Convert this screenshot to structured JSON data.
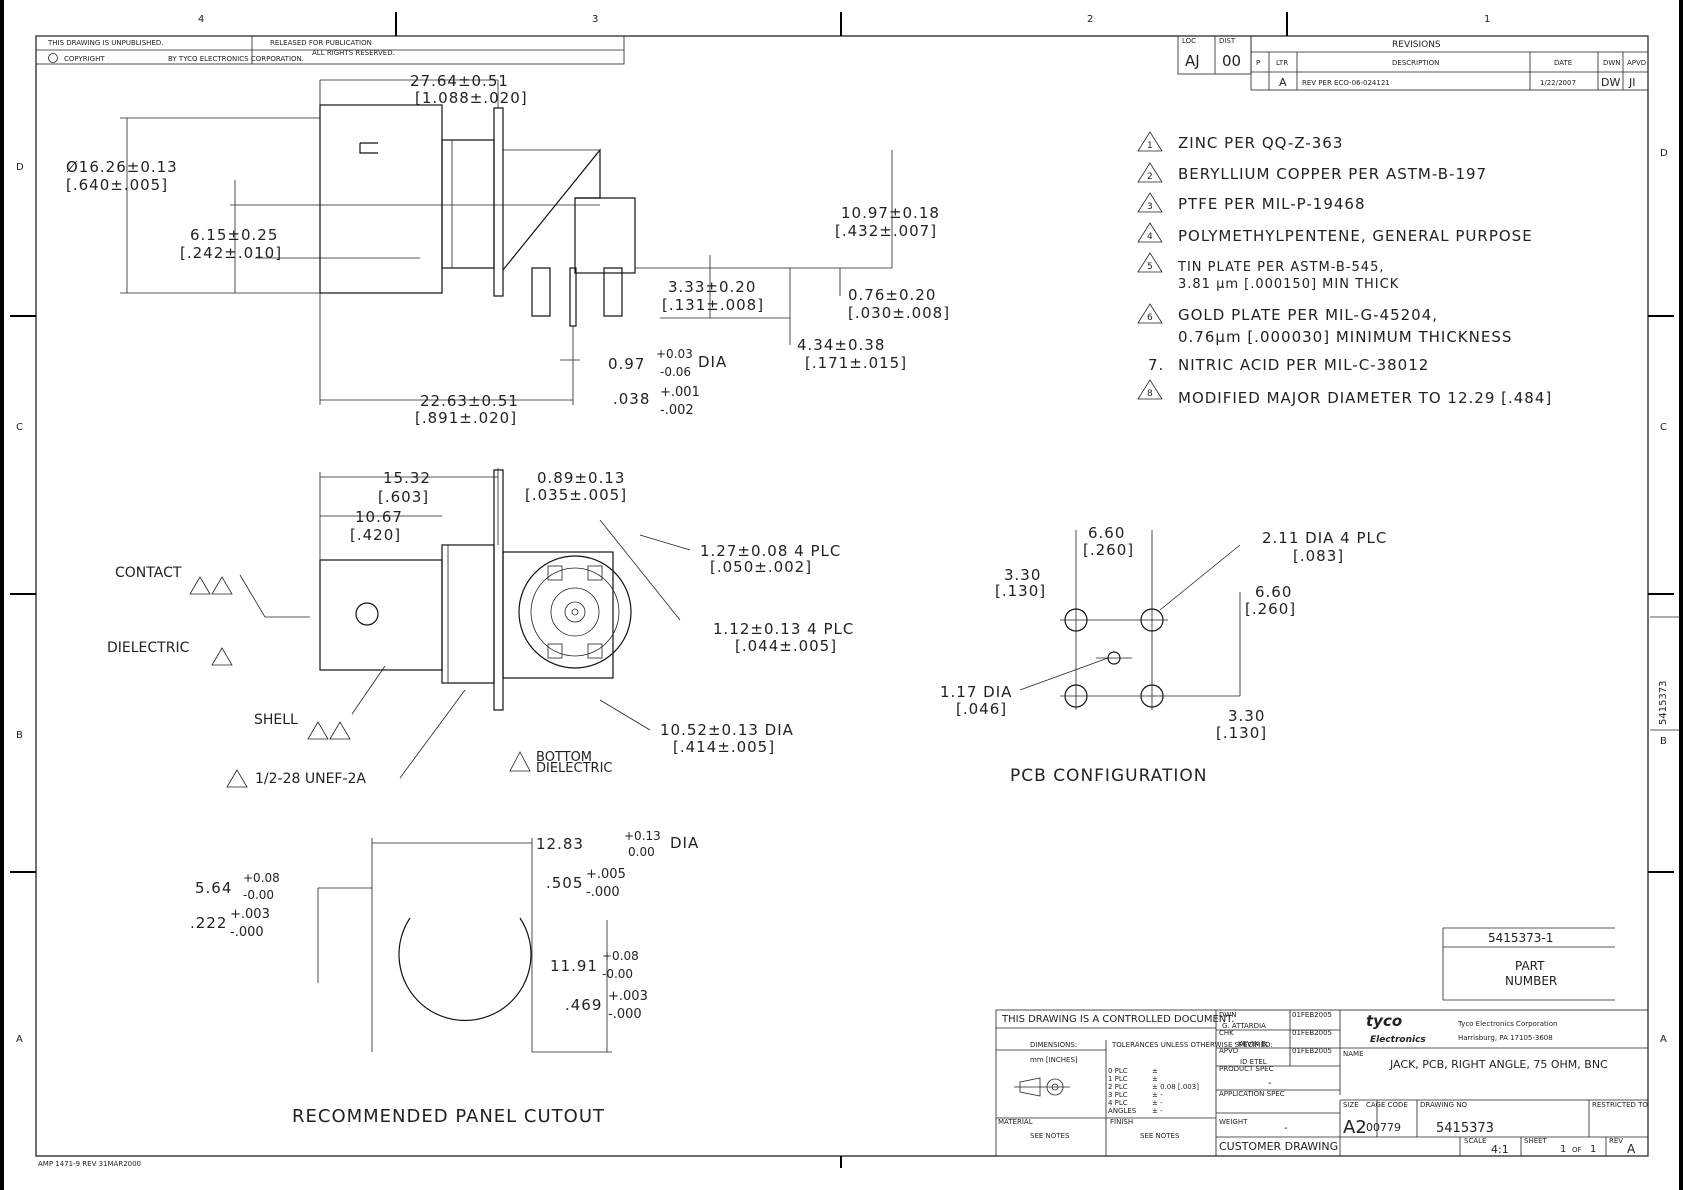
{
  "border": {
    "zones_top": [
      "4",
      "3",
      "2",
      "1"
    ],
    "zones_side": [
      "D",
      "C",
      "B",
      "A"
    ]
  },
  "header": {
    "unpublished": "THIS DRAWING IS UNPUBLISHED.",
    "released": "RELEASED FOR PUBLICATION",
    "copyright": "COPYRIGHT",
    "copyright_by": "BY TYCO ELECTRONICS CORPORATION.",
    "rights": "ALL RIGHTS RESERVED."
  },
  "revisions": {
    "title": "REVISIONS",
    "loc_label": "LOC",
    "loc": "AJ",
    "dist_label": "DIST",
    "dist": "00",
    "headers": [
      "P",
      "LTR",
      "DESCRIPTION",
      "DATE",
      "DWN",
      "APVD"
    ],
    "row": {
      "ltr": "A",
      "description": "REV PER ECO-06-024121",
      "date": "1/22/2007",
      "dwn": "DW",
      "apvd": "JI"
    }
  },
  "notes": [
    {
      "num": "1",
      "text": "ZINC PER QQ-Z-363"
    },
    {
      "num": "2",
      "text": "BERYLLIUM COPPER PER ASTM-B-197"
    },
    {
      "num": "3",
      "text": "PTFE PER MIL-P-19468"
    },
    {
      "num": "4",
      "text": "POLYMETHYLPENTENE, GENERAL PURPOSE"
    },
    {
      "num": "5",
      "text": "TIN PLATE PER ASTM-B-545,",
      "text2": "3.81 μm [.000150] MIN THICK"
    },
    {
      "num": "6",
      "text": "GOLD PLATE PER MIL-G-45204,",
      "text2": "0.76μm [.000030] MINIMUM THICKNESS"
    },
    {
      "num": "7.",
      "text": "NITRIC ACID PER MIL-C-38012"
    },
    {
      "num": "8",
      "text": "MODIFIED MAJOR DIAMETER TO 12.29 [.484]"
    }
  ],
  "dims": {
    "d1": "27.64±0.51",
    "d1i": "[1.088±.020]",
    "d2": "Ø16.26±0.13",
    "d2i": "[.640±.005]",
    "d3": "6.15±0.25",
    "d3i": "[.242±.010]",
    "d4": "10.97±0.18",
    "d4i": "[.432±.007]",
    "d5": "3.33±0.20",
    "d5i": "[.131±.008]",
    "d6": "0.76±0.20",
    "d6i": "[.030±.008]",
    "d7": "4.34±0.38",
    "d7i": "[.171±.015]",
    "d8a": "0.97",
    "d8b": "+0.03",
    "d8c": "-0.06",
    "d8d": "DIA",
    "d8e": ".038",
    "d8f": "+.001",
    "d8g": "-.002",
    "d9": "22.63±0.51",
    "d9i": "[.891±.020]",
    "d10": "15.32",
    "d10i": "[.603]",
    "d11": "10.67",
    "d11i": "[.420]",
    "d12": "0.89±0.13",
    "d12i": "[.035±.005]",
    "d13": "1.27±0.08 4 PLC",
    "d13i": "[.050±.002]",
    "d14": "1.12±0.13 4 PLC",
    "d14i": "[.044±.005]",
    "d15": "10.52±0.13 DIA",
    "d15i": "[.414±.005]",
    "contact": "CONTACT",
    "dielectric": "DIELECTRIC",
    "shell": "SHELL",
    "thread": "1/2-28 UNEF-2A",
    "bottom": "BOTTOM",
    "bottom2": "DIELECTRIC",
    "p1": "6.60",
    "p1i": "[.260]",
    "p2": "2.11 DIA 4 PLC",
    "p2i": "[.083]",
    "p3": "3.30",
    "p3i": "[.130]",
    "p4": "6.60",
    "p4i": "[.260]",
    "p5": "1.17 DIA",
    "p5i": "[.046]",
    "p6": "3.30",
    "p6i": "[.130]",
    "pcb_title": "PCB CONFIGURATION",
    "c1": "12.83",
    "c1b": "+0.13",
    "c1c": "0.00",
    "c1d": "DIA",
    "c1e": ".505",
    "c1f": "+.005",
    "c1g": "-.000",
    "c2": "5.64",
    "c2b": "+0.08",
    "c2c": "-0.00",
    "c2e": ".222",
    "c2f": "+.003",
    "c2g": "-.000",
    "c3": "11.91",
    "c3b": "+0.08",
    "c3c": "-0.00",
    "c3e": ".469",
    "c3f": "+.003",
    "c3g": "-.000",
    "cutout_title": "RECOMMENDED PANEL CUTOUT"
  },
  "part": {
    "number": "5415373-1",
    "label1": "PART",
    "label2": "NUMBER"
  },
  "title_block": {
    "controlled": "THIS DRAWING IS A CONTROLLED DOCUMENT.",
    "dimensions": "DIMENSIONS:",
    "units": "mm [INCHES]",
    "tolerances": "TOLERANCES UNLESS OTHERWISE SPECIFIED:",
    "plc": [
      "0 PLC",
      "1 PLC",
      "2 PLC",
      "3 PLC",
      "4 PLC",
      "ANGLES"
    ],
    "plc_vals": [
      "±",
      "±",
      "± 0.08 [.003]",
      "±  -",
      "±  -",
      "±  -"
    ],
    "material": "MATERIAL",
    "material_val": "SEE NOTES",
    "finish": "FINISH",
    "finish_val": "SEE NOTES",
    "dwn_label": "DWN",
    "dwn": "G. ATTARDIA",
    "dwn_date": "01FEB2005",
    "chk_label": "CHK",
    "chk": "KEVIN B.",
    "chk_date": "01FEB2005",
    "apvd_label": "APVD",
    "apvd": "ID ETEL",
    "apvd_date": "01FEB2005",
    "product_spec": "PRODUCT SPEC",
    "product_spec_val": "-",
    "app_spec": "APPLICATION SPEC",
    "weight": "WEIGHT",
    "weight_val": "-",
    "logo1": "tyco",
    "logo2": "Electronics",
    "company": "Tyco Electronics Corporation",
    "address": "Harrisburg, PA 17105-3608",
    "name_label": "NAME",
    "name": "JACK, PCB, RIGHT ANGLE, 75 OHM, BNC",
    "size_label": "SIZE",
    "size": "A2",
    "cage_label": "CAGE CODE",
    "cage": "00779",
    "dwg_label": "DRAWING NO",
    "dwg": "5415373",
    "restricted": "RESTRICTED TO",
    "customer": "CUSTOMER DRAWING",
    "scale_label": "SCALE",
    "scale": "4:1",
    "sheet_label": "SHEET",
    "sheet": "1",
    "of": "OF",
    "sheets": "1",
    "rev_label": "REV",
    "rev": "A"
  },
  "side_tab": "5415373",
  "footer": "AMP 1471-9 REV 31MAR2000"
}
